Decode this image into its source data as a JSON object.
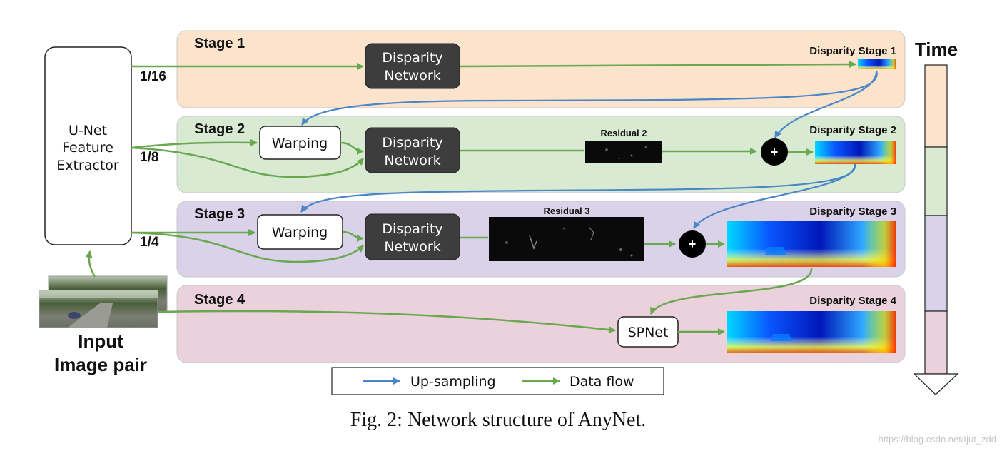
{
  "stages": [
    {
      "title": "Stage 1",
      "output": "Disparity Stage 1",
      "color": "#fbe3cc"
    },
    {
      "title": "Stage 2",
      "output": "Disparity Stage 2",
      "residual": "Residual 2",
      "color": "#d9ead3"
    },
    {
      "title": "Stage 3",
      "output": "Disparity Stage 3",
      "residual": "Residual 3",
      "color": "#d9d2e9"
    },
    {
      "title": "Stage 4",
      "output": "Disparity Stage 4",
      "color": "#ead1dc"
    }
  ],
  "blocks": {
    "unet_lines": [
      "U-Net",
      "Feature",
      "Extractor"
    ],
    "disparity_lines": [
      "Disparity",
      "Network"
    ],
    "warping": "Warping",
    "spnet": "SPNet",
    "plus": "+"
  },
  "scales": [
    "1/16",
    "1/8",
    "1/4"
  ],
  "input_lines": [
    "Input",
    "Image pair"
  ],
  "time_label": "Time",
  "legend": {
    "upsampling": "Up-sampling",
    "dataflow": "Data flow"
  },
  "colors": {
    "upsampling": "#4a86c8",
    "dataflow": "#6aa84f",
    "dark_box": "#3d3d3d"
  },
  "caption": "Fig. 2: Network structure of AnyNet.",
  "watermark": "https://blog.csdn.net/tjut_zdd"
}
